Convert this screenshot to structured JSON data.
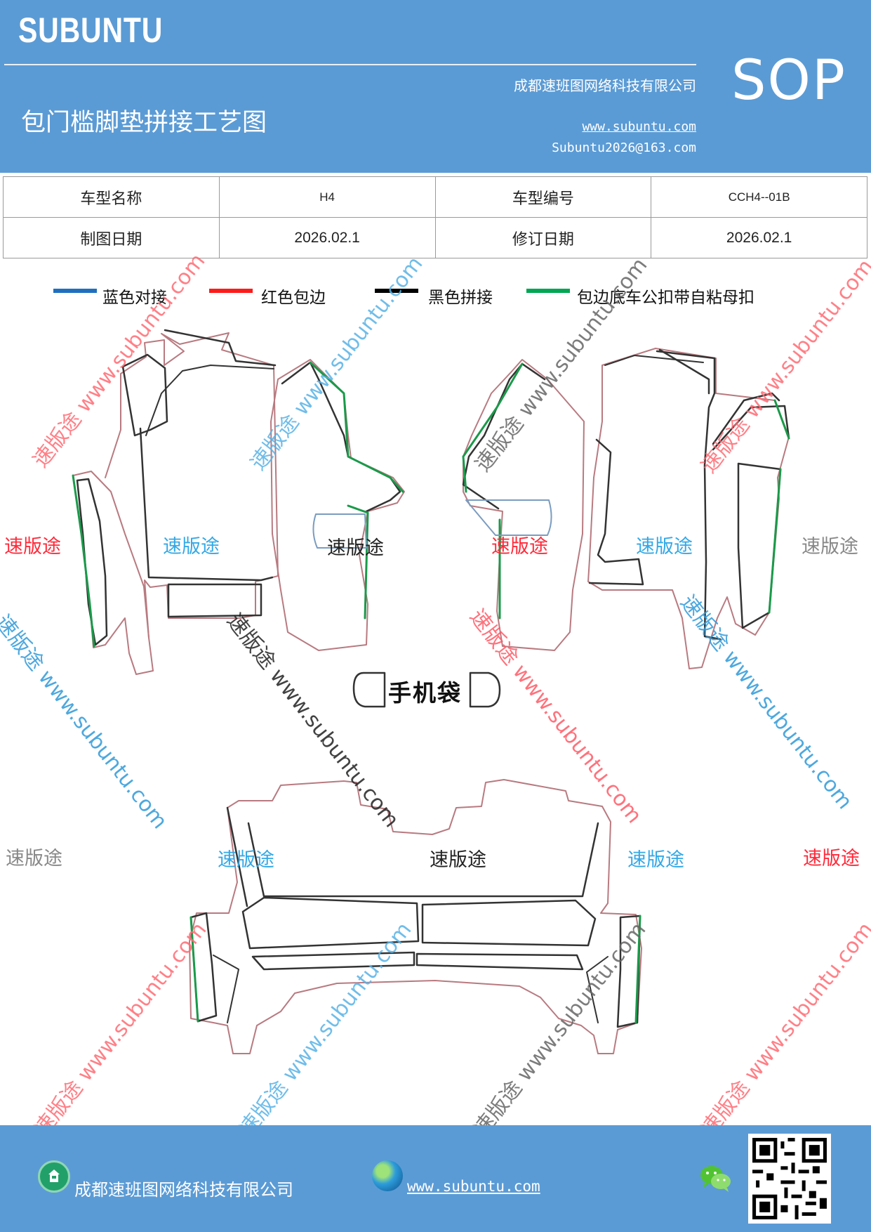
{
  "header": {
    "logo": "SUBUNTU",
    "company": "成都速班图网络科技有限公司",
    "title": "包门槛脚垫拼接工艺图",
    "website": "www.subuntu.com",
    "email": "Subuntu2026@163.com",
    "badge": "SOP"
  },
  "info_table": {
    "model_name_label": "车型名称",
    "model_name_value": "H4",
    "model_code_label": "车型编号",
    "model_code_value": "CCH4--01B",
    "draw_date_label": "制图日期",
    "draw_date_value": "2026.02.1",
    "revise_date_label": "修订日期",
    "revise_date_value": "2026.02.1"
  },
  "legend": [
    {
      "label": "蓝色对接",
      "color": "#1f6fbf"
    },
    {
      "label": "红色包边",
      "color": "#ff1a1a"
    },
    {
      "label": "黑色拼接",
      "color": "#000000"
    },
    {
      "label": "包边底车公扣带自粘母扣",
      "color": "#00a651"
    }
  ],
  "diagram": {
    "pocket_label": "手机袋",
    "brand_mark": "速版途",
    "watermark": "速版途 www.subuntu.com",
    "outline_color": "#b87a80",
    "seam_color": "#333333",
    "edge_color": "#1a9a4a"
  },
  "footer": {
    "company": "成都速班图网络科技有限公司",
    "website": "www.subuntu.com"
  },
  "icons": [
    "home-icon",
    "globe-icon",
    "wechat-icon",
    "qr-code"
  ]
}
